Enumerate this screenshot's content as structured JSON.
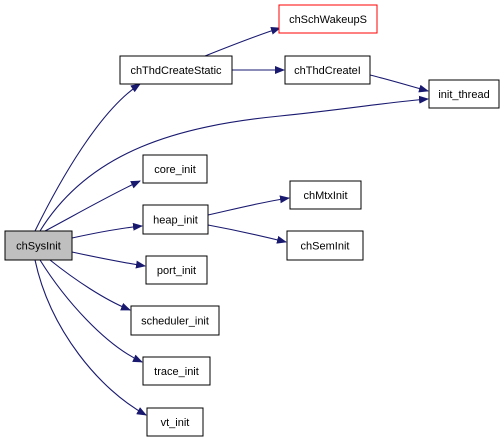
{
  "colors": {
    "edge": "#191970",
    "node_border": "#000000",
    "node_fill": "#ffffff",
    "root_fill": "#bfbfbf",
    "external_border": "#ff0000"
  },
  "nodes": {
    "chSysInit": "chSysInit",
    "chThdCreateStatic": "chThdCreateStatic",
    "chSchWakeupS": "chSchWakeupS",
    "chThdCreateI": "chThdCreateI",
    "init_thread": "init_thread",
    "core_init": "core_init",
    "heap_init": "heap_init",
    "chMtxInit": "chMtxInit",
    "chSemInit": "chSemInit",
    "port_init": "port_init",
    "scheduler_init": "scheduler_init",
    "trace_init": "trace_init",
    "vt_init": "vt_init"
  }
}
